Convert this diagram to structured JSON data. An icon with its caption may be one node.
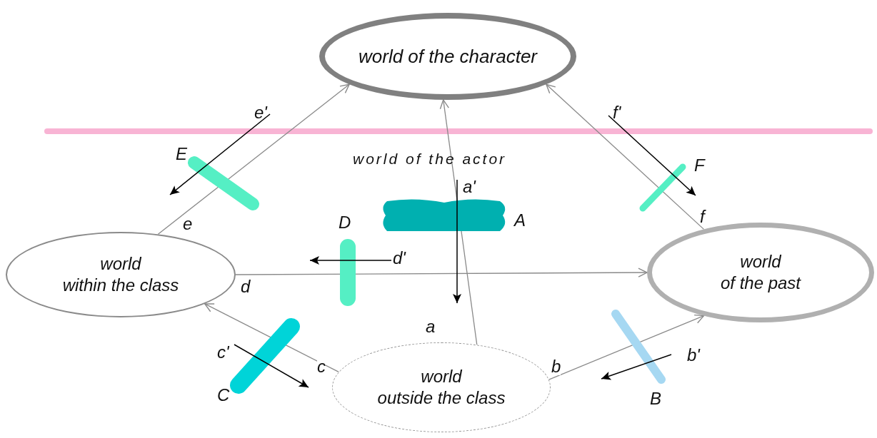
{
  "diagram": {
    "nodes": [
      {
        "text": [
          "world of the character"
        ]
      },
      {
        "text": [
          "world within the class"
        ]
      },
      {
        "text": [
          "world of the past"
        ]
      },
      {
        "text": [
          "world outside the class"
        ]
      }
    ],
    "edges": [
      {
        "from": 3,
        "to": 0,
        "arrow": "to",
        "label": "a"
      },
      {
        "from": 3,
        "to": 2,
        "arrow": "to",
        "label": "b"
      },
      {
        "from": 3,
        "to": 1,
        "arrow": "to",
        "label": "c"
      },
      {
        "from": 1,
        "to": 2,
        "arrow": "to",
        "label": "d"
      },
      {
        "from": 1,
        "to": 0,
        "arrow": "to",
        "label": "e"
      },
      {
        "from": 2,
        "to": 0,
        "arrow": "to",
        "label": "f"
      }
    ],
    "labels": [
      "e'",
      "f'",
      "world of the actor",
      "E",
      "F",
      "a'",
      "D",
      "A",
      "d'",
      "c'",
      "b'",
      "C",
      "B"
    ]
  }
}
